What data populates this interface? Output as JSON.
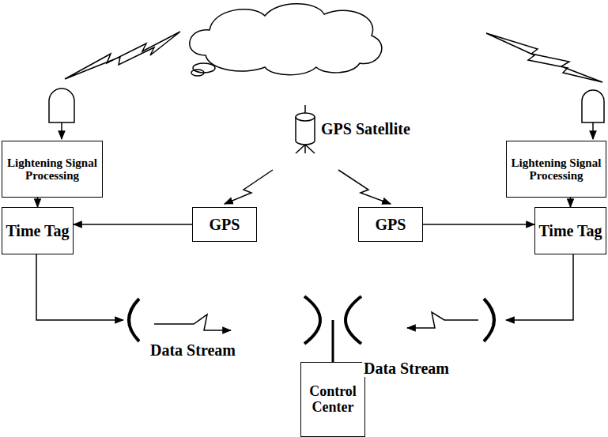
{
  "diagram": {
    "nodes": [
      {
        "text": [
          "Lightening Signal Processing"
        ]
      },
      {
        "text": [
          "Lightening Signal Processing"
        ]
      },
      {
        "text": [
          "GPS"
        ]
      },
      {
        "text": [
          "GPS"
        ]
      },
      {
        "text": [
          "Time Tag"
        ]
      },
      {
        "text": [
          "Time Tag"
        ]
      },
      {
        "text": [
          "Control Center"
        ]
      }
    ],
    "edges": [
      {
        "from": 0,
        "to": 4,
        "arrow": "to"
      },
      {
        "from": 2,
        "to": 4,
        "arrow": "to"
      },
      {
        "from": 3,
        "to": 5,
        "arrow": "to"
      },
      {
        "from": 1,
        "to": 5,
        "arrow": "to"
      }
    ],
    "labels": [
      "GPS Satellite",
      "Data Stream",
      "Data Stream"
    ]
  }
}
